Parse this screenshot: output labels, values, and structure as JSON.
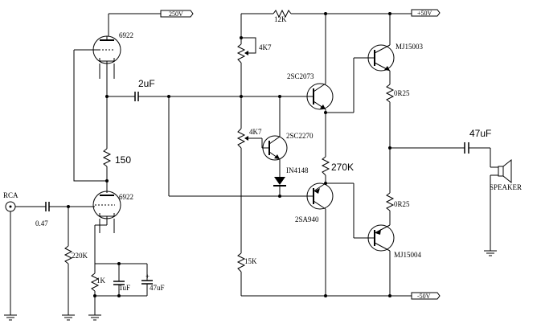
{
  "rails": {
    "tube_supply": "250V",
    "positive": "+50V",
    "negative": "-50V"
  },
  "tubes": {
    "upper": "6922",
    "lower": "6922"
  },
  "transistors": {
    "driver_npn": "2SC2073",
    "bias": "2SC2270",
    "driver_pnp": "2SA940",
    "output_npn": "MJ15003",
    "output_pnp": "MJ15004"
  },
  "diode": "IN4148",
  "resistors": {
    "top_series": "12K",
    "trim_upper": "4K7",
    "trim_bias": "4K7",
    "tube_link": "150",
    "bias_string": "270K",
    "bottom": "15K",
    "emitter_upper": "0R25",
    "emitter_lower": "0R25",
    "grid": "220K",
    "cathode": "1K"
  },
  "capacitors": {
    "coupling": "2uF",
    "input": "0.47",
    "cathode_small": "1uF",
    "cathode_big": "47uF",
    "output": "47uF"
  },
  "connectors": {
    "input": "RCA",
    "output": "SPEAKER"
  }
}
